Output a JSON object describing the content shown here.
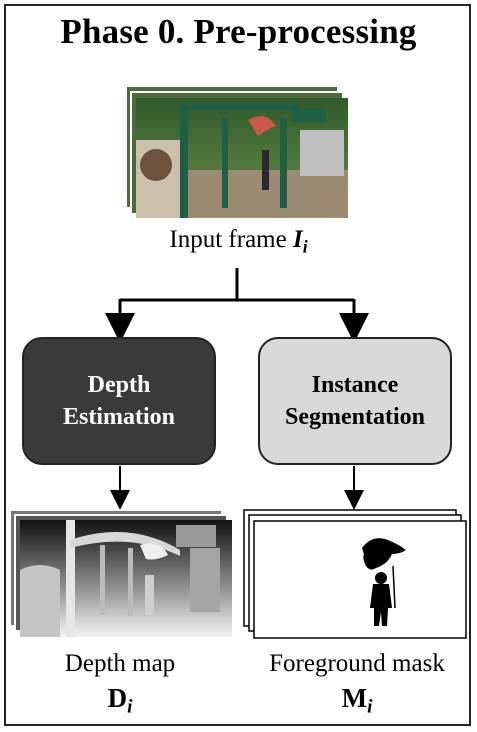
{
  "title": "Phase 0. Pre-processing",
  "input": {
    "caption": "Input frame",
    "symbol": "I",
    "subscript": "i"
  },
  "depth_box": {
    "line1": "Depth",
    "line2": "Estimation"
  },
  "instance_box": {
    "line1": "Instance",
    "line2": "Segmentation"
  },
  "depth_output": {
    "caption": "Depth map",
    "symbol": "D",
    "subscript": "i"
  },
  "mask_output": {
    "caption": "Foreground mask",
    "symbol": "M",
    "subscript": "i"
  }
}
